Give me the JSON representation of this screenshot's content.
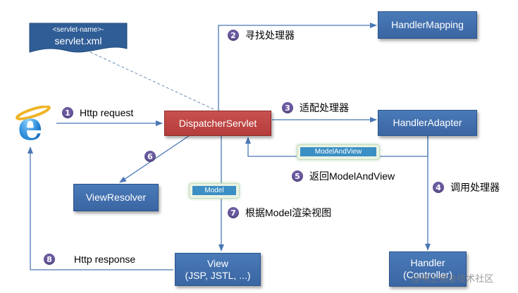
{
  "nodes": {
    "servlet_doc": {
      "tag": "<servlet-name>-",
      "file": "servlet.xml"
    },
    "dispatcher": "DispatcherServlet",
    "handler_mapping": "HandlerMapping",
    "handler_adapter": "HandlerAdapter",
    "view_resolver": "ViewResolver",
    "view": {
      "line1": "View",
      "line2": "(JSP, JSTL, ...)"
    },
    "handler": {
      "line1": "Handler",
      "line2": "(Controller)"
    }
  },
  "steps": [
    {
      "num": "1",
      "label": "Http request"
    },
    {
      "num": "2",
      "label": "寻找处理器"
    },
    {
      "num": "3",
      "label": "适配处理器"
    },
    {
      "num": "4",
      "label": "调用处理器"
    },
    {
      "num": "5",
      "label": "返回ModelAndView"
    },
    {
      "num": "6",
      "label": ""
    },
    {
      "num": "7",
      "label": "根据Model渲染视图"
    },
    {
      "num": "8",
      "label": "Http response"
    }
  ],
  "tags": {
    "model_and_view": "ModelAndView",
    "model": "Model"
  },
  "watermark": "@稀土掘金技术社区",
  "colors": {
    "box_blue": "#3a66a3",
    "dispatcher_red": "#b43c3a",
    "step_purple": "#6b5aa0",
    "arrow": "#4a78b5"
  },
  "icons": {
    "browser": "internet-explorer-icon"
  }
}
